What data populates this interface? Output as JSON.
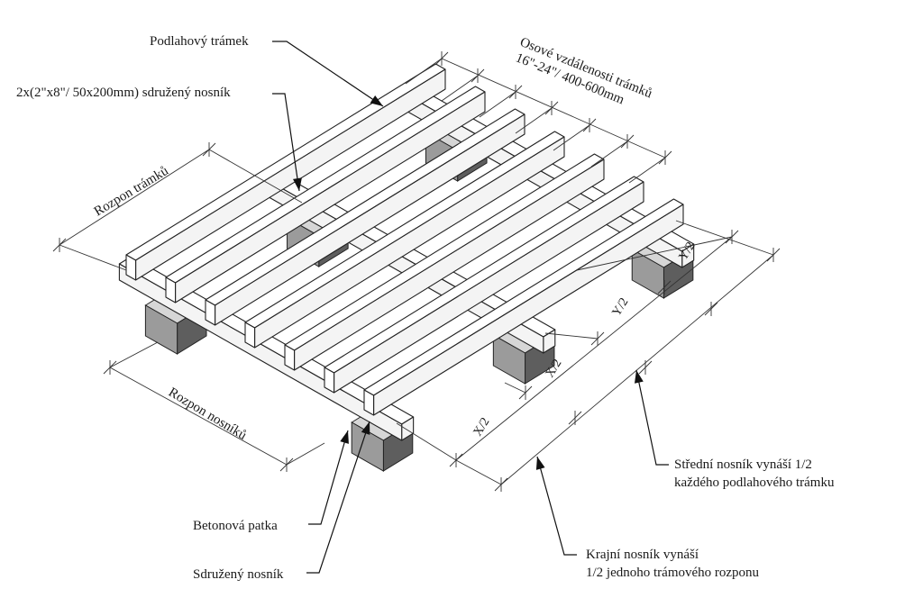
{
  "diagram": {
    "language": "cs",
    "subject": "Floor joist and beam framing on concrete footings (isometric)",
    "joist_count": 7,
    "beam_count": 3,
    "footings_per_beam": 2,
    "labels": {
      "joist": "Podlahový trámek",
      "built_up_beam_spec": "2x(2\"x8\"/ 50x200mm) sdružený nosník",
      "joist_spacing_line1": "Osové vzdálenosti trámků",
      "joist_spacing_line2": "16\"-24\"/ 400-600mm",
      "joist_span": "Rozpon trámků",
      "beam_span": "Rozpon nosníků",
      "concrete_footing": "Betonová patka",
      "built_up_beam": "Sdružený nosník",
      "edge_beam_line1": "Krajní nosník vynáší",
      "edge_beam_line2": "1/2 jednoho trámového rozponu",
      "middle_beam_line1": "Střední nosník vynáší 1/2",
      "middle_beam_line2": "každého podlahového trámku"
    },
    "dimensions": {
      "x_half_1": "X/2",
      "x_half_2": "X/2",
      "y_half_1": "Y/2",
      "y_half_2": "Y/2"
    },
    "colors": {
      "line": "#222222",
      "footing_top": "#d6d6d6",
      "footing_left": "#9b9b9b",
      "footing_right": "#5e5e5e",
      "background": "#ffffff"
    }
  }
}
